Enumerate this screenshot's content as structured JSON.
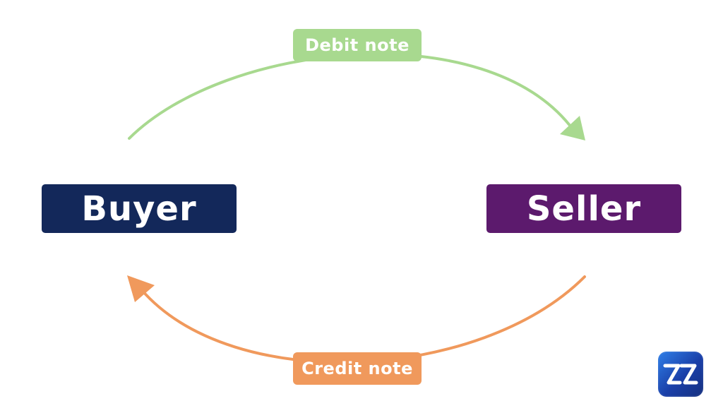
{
  "nodes": {
    "buyer": {
      "label": "Buyer",
      "color": "#13285a"
    },
    "seller": {
      "label": "Seller",
      "color": "#5c1a6d"
    }
  },
  "edges": {
    "debit": {
      "label": "Debit note",
      "color": "#a8d98f",
      "from": "Buyer",
      "to": "Seller"
    },
    "credit": {
      "label": "Credit note",
      "color": "#f0995c",
      "from": "Seller",
      "to": "Buyer"
    }
  },
  "logo": {
    "text": "ZZ",
    "icon": "zz-logo-icon"
  }
}
